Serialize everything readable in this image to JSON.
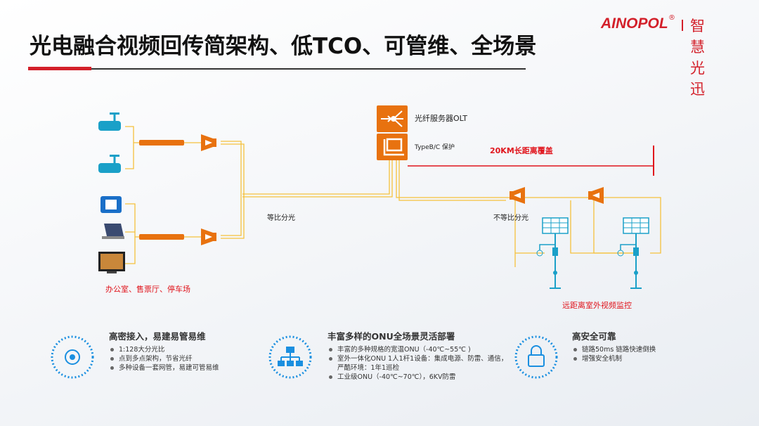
{
  "header": {
    "title": "光电融合视频回传简架构、低TCO、可管维、全场景",
    "logo_brand": "AINOPOL",
    "logo_registered": "®",
    "logo_cn": "智慧光迅"
  },
  "diagram": {
    "olt_label": "光纤服务器OLT",
    "protection_label": "TypeB/C 保护",
    "distance_label": "20KM长距离覆盖",
    "equal_split_label": "等比分光",
    "unequal_split_label": "不等比分光",
    "indoor_label": "办公室、售票厅、停车场",
    "outdoor_label": "远距离室外视频监控"
  },
  "features": [
    {
      "title": "高密接入，易建易管易维",
      "items": [
        "1:128大分光比",
        "点到多点架构，节省光纤",
        "多种设备一套网管，易建可管易维"
      ]
    },
    {
      "title": "丰富多样的ONU全场景灵活部署",
      "items": [
        "丰富的多种规格的宽温ONU（-40℃~55℃ )",
        "室外一体化ONU 1人1杆1设备：集成电源、防雷、通信，严酷环境：1年1巡检",
        "工业级ONU（-40℃~70℃），6KV防雷"
      ]
    },
    {
      "title": "高安全可靠",
      "items": [
        "链路50ms 链路快速倒换",
        "增强安全机制"
      ]
    }
  ],
  "colors": {
    "accent": "#e8720f",
    "fiber": "#f5c13c",
    "red": "#e0141c"
  }
}
